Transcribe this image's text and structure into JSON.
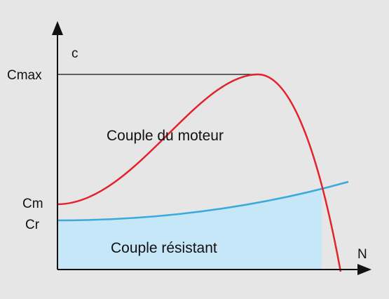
{
  "diagram": {
    "y_axis_label": "c",
    "x_axis_label": "N",
    "ticks": {
      "cmax": "Cmax",
      "cm": "Cm",
      "cr": "Cr"
    },
    "region_motor_label": "Couple du moteur",
    "region_resistant_label": "Couple résistant",
    "colors": {
      "background": "#e6e6e7",
      "motor_curve": "#e3222b",
      "resistant_curve": "#3aa9dc",
      "resistant_fill": "#c6e7f8",
      "axis": "#111111"
    }
  }
}
